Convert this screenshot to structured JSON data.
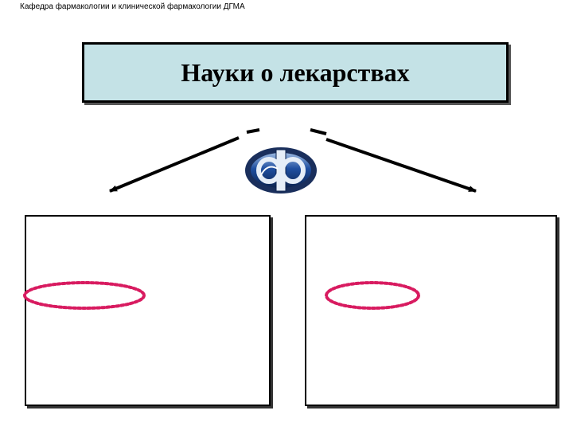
{
  "header": {
    "caption": "Кафедра фармакологии и клинической фармакологии ДГМА"
  },
  "title": {
    "text": "Науки о лекарствах"
  },
  "logo": {
    "icon": "pharmacy-logo-icon",
    "letter": "Ф"
  },
  "panels": {
    "left": {},
    "right": {}
  },
  "colors": {
    "title_bg": "#c4e2e6",
    "highlight": "#d81b60",
    "logo_blue": "#1f4fa0"
  }
}
